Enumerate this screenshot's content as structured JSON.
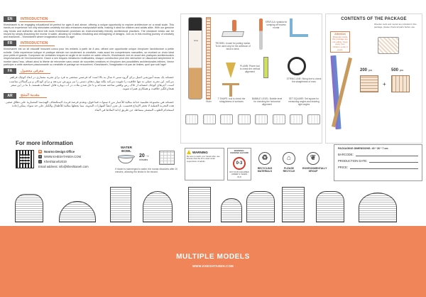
{
  "intro": {
    "en": {
      "tag": "EN",
      "title": "INTRODUCTION",
      "text": "Kheshtaneh is an engaging educational kit perfect for ages 8 and above, offering a unique opportunity to explore architecture on a small scale. This hands-on experience not only stimulates creativity but also enhances manipulative skills, making it ideal for children and adults alike. With our genuine clay bricks and authentic old-fired kiln tools Kheshtaneh promises an environmentally friendly architectural practices. The miniature bricks can be reused by simply dissolving the mortar in water, allowing for endless rebuilding and reimagining of designs. Join us in this exciting journey of creativity and teamwork – Kheshtaneh where imagination knows no age!"
    },
    "fr": {
      "tag": "FR",
      "title": "INTRODUCTION",
      "text": "Kheshtaneh est un kit educatif innovant concu pour les enfants a partir de 8 ans, offrant une opportunite unique d'explorer l'architecture a petite echelle. Cette experience ludique et pratique stimule non seulement la creativite, mais aussi les competences manuelles, se revelant un choix ideal pour petits et grands. Composee de veritables briques en argile et de mortier en sable ultra-fin, Kheshtaneh met en avant des pratiques architecturales respectueuses de l'environnement. Grace a ses briques miniatures reutilisables, chaque construction peut etre demontee en dissolvant simplement le mortier dans l'eau, offrant ainsi la liberte de reinventer sans cesse de nouvelles creations et d'explorer des possibilites architecturales infinies. Venez participer a cette aventure passionnante ou creativite et partage se rencontrent. Kheshtaneh, l'imagination n'a pas de limites, quel que soit l'age!"
    },
    "fa": {
      "tag": "FA",
      "title": "معرفی محصول",
      "text": "خشتانه یک بسته آموزشی اصیل برای گروه سنی ۸ سال به بالا است که فرصتی منحصر به فرد برای تجربه معماری در ابعاد کوچک فراهم می‌کند. این تجربه عملی نه تنها خلاقیت را تقویت می‌کند بلکه مهارت‌های دستی را نیز پرورش می‌دهد و برای کودکان و بزرگسالان مناسب است. آجرهای کوچک خشتانه از خاک رس واقعی ساخته شده‌اند و با حل شدن ملات در آب دوباره قابل استفاده هستند. با ما در این سفر هیجان‌انگیز خلاقیت و همکاری همراه شوید."
    },
    "ar": {
      "tag": "AR",
      "title": "مقدمة المنتج",
      "text": "خشتانه هي مجموعة تعليمية جذابة مثالية للأعمار من ٨ سنوات فما فوق، وتقدم فرصة فريدة لاستكشاف الهندسة المعمارية على نطاق صغير. هذه التجربة العملية لا تحفز الإبداع فحسب، بل تعزز أيضاً المهارات اليدوية، مما يجعلها مثالية للأطفال والكبار على حد سواء. يمكن إعادة استخدام الطوب المصغر ببساطة عن طريق إذابة الملاط في الماء."
    }
  },
  "more_info": {
    "title": "For more information",
    "office": "Noorno Design Office",
    "site": "WWW.KHESHTANEH.COM",
    "handle": "Kheshtaneh2019",
    "email": "Email address: info@kheshtaneh.com"
  },
  "water": {
    "label": "WATER BOWL",
    "time": "20",
    "time_unit": "minutes",
    "note": "If model is submerged in water, the mortar dissolves after 20 minutes, allowing the bricks to be reused."
  },
  "tools": {
    "glue_caption": "Glue",
    "ruler_caption": "Ruler",
    "trowel_caption": "TROWEL: trowel for putting mortar. To be used only for the adhesion of brick to brick.",
    "plumb_caption": "PLUMB: Plumb tool to check the vertical alignment",
    "tshape_caption": "T SHAPE: tool to check the straightness of surfaces",
    "spatula_caption": "SPATULA: spatula for scraping off excess mortar",
    "level_caption": "BUBBLE LEVEL: Bubble level for checking the horizontal alignment",
    "string_caption": "STRING LINE: String line to check the straightness of rows",
    "square_caption": "SET SQUARE: Set square for measuring angles and drawing right angles"
  },
  "contents": {
    "title": "CONTENTS OF THE PACKAGE",
    "attention_title": "Attention",
    "attention_text": "Materials inside this package are not edible. Keep away from children under 3 years.",
    "note": "Wooden tools and mortar are included in this package, please check all parts before use.",
    "count_big": "200",
    "count_small": "500",
    "count_unit": "pcs"
  },
  "warnings": {
    "warning_title": "WARNING",
    "warning_text": "Be sure to wash your hands after use. Ensure that the kit is used under supervision of adults.",
    "age_title": "WARNING: CHOKING HAZARD",
    "age_value": "0-3",
    "age_note": "NOT FOR CHILDREN UNDER 3 YEARS OLD",
    "recycling": "RECYCLING MATERIALS",
    "recycle": "PLEASE RECYCLE",
    "env": "ENVIRONMENTALLY GROUP"
  },
  "package": {
    "title": "PACKAGING DIMENSIONS: 40 * 30 * 7 cm",
    "barcode_label": "BARCODE:",
    "production_label": "PRODUCTION DATE:",
    "price_label": "PRICE:"
  },
  "footer": {
    "title": "MULTIPLE MODELS",
    "site": "WWW.KHESHTANEH.COM"
  }
}
